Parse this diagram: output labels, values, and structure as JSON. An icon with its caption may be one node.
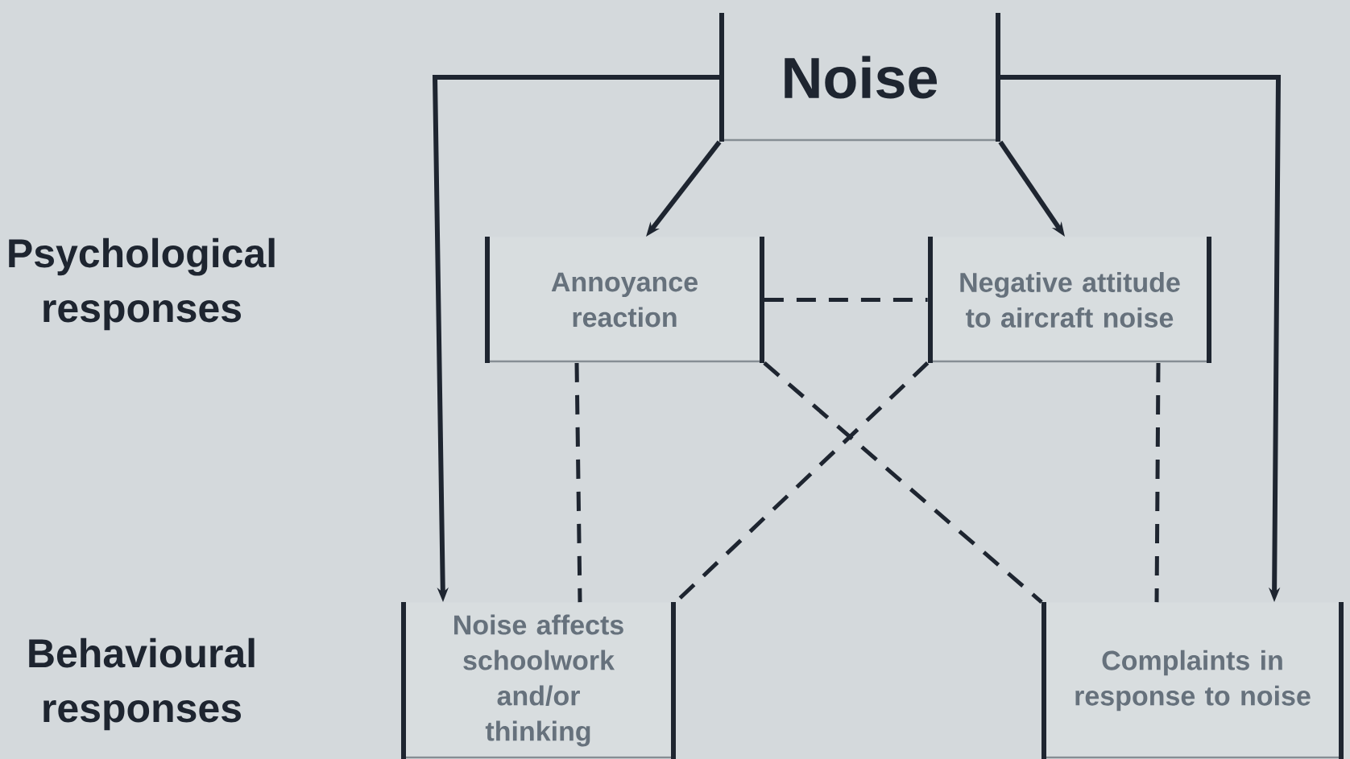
{
  "diagram": {
    "nodes": [
      {
        "text": [
          "Noise"
        ]
      },
      {
        "text": [
          "Annoyance reaction"
        ]
      },
      {
        "text": [
          "Negative attitude to aircraft noise"
        ]
      },
      {
        "text": [
          "Noise affects schoolwork and/or thinking"
        ]
      },
      {
        "text": [
          "Complaints in response to noise"
        ]
      }
    ],
    "edges": [
      {
        "from": 0,
        "to": 1,
        "arrow": "to"
      },
      {
        "from": 0,
        "to": 2,
        "arrow": "to"
      },
      {
        "from": 0,
        "to": 3,
        "arrow": "to"
      },
      {
        "from": 0,
        "to": 4,
        "arrow": "to"
      },
      {
        "from": 1,
        "to": 2,
        "arrow": "none",
        "style": "dashed"
      },
      {
        "from": 1,
        "to": 3,
        "arrow": "none",
        "style": "dashed"
      },
      {
        "from": 1,
        "to": 4,
        "arrow": "none",
        "style": "dashed"
      },
      {
        "from": 2,
        "to": 3,
        "arrow": "none",
        "style": "dashed"
      },
      {
        "from": 2,
        "to": 4,
        "arrow": "none",
        "style": "dashed"
      }
    ],
    "labels": [
      "Psychological responses",
      "Behavioural responses"
    ]
  }
}
